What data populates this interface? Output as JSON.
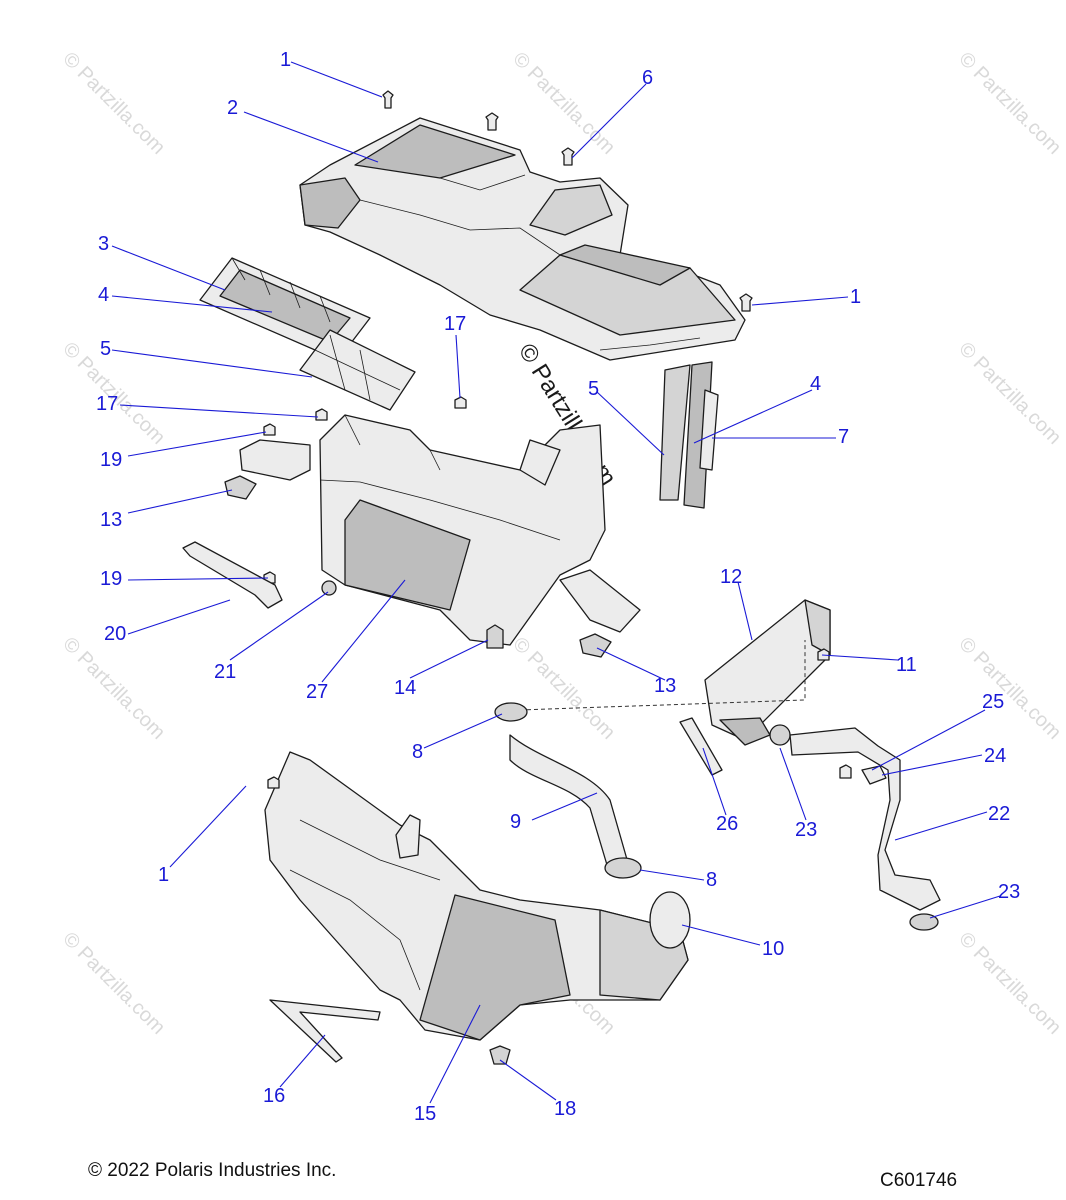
{
  "watermark": {
    "small": "© Partzilla.com",
    "center": "© Partzilla.com"
  },
  "callouts": [
    {
      "id": "c1a",
      "label": "1"
    },
    {
      "id": "c2",
      "label": "2"
    },
    {
      "id": "c6",
      "label": "6"
    },
    {
      "id": "c3",
      "label": "3"
    },
    {
      "id": "c4a",
      "label": "4"
    },
    {
      "id": "c5a",
      "label": "5"
    },
    {
      "id": "c1b",
      "label": "1"
    },
    {
      "id": "c17a",
      "label": "17"
    },
    {
      "id": "c17b",
      "label": "17"
    },
    {
      "id": "c19a",
      "label": "19"
    },
    {
      "id": "c13a",
      "label": "13"
    },
    {
      "id": "c5b",
      "label": "5"
    },
    {
      "id": "c4b",
      "label": "4"
    },
    {
      "id": "c7",
      "label": "7"
    },
    {
      "id": "c19b",
      "label": "19"
    },
    {
      "id": "c20",
      "label": "20"
    },
    {
      "id": "c21",
      "label": "21"
    },
    {
      "id": "c27",
      "label": "27"
    },
    {
      "id": "c14",
      "label": "14"
    },
    {
      "id": "c13b",
      "label": "13"
    },
    {
      "id": "c12",
      "label": "12"
    },
    {
      "id": "c11",
      "label": "11"
    },
    {
      "id": "c25",
      "label": "25"
    },
    {
      "id": "c8a",
      "label": "8"
    },
    {
      "id": "c24",
      "label": "24"
    },
    {
      "id": "c9",
      "label": "9"
    },
    {
      "id": "c26",
      "label": "26"
    },
    {
      "id": "c23a",
      "label": "23"
    },
    {
      "id": "c22",
      "label": "22"
    },
    {
      "id": "c1c",
      "label": "1"
    },
    {
      "id": "c8b",
      "label": "8"
    },
    {
      "id": "c23b",
      "label": "23"
    },
    {
      "id": "c10",
      "label": "10"
    },
    {
      "id": "c16",
      "label": "16"
    },
    {
      "id": "c15",
      "label": "15"
    },
    {
      "id": "c18",
      "label": "18"
    }
  ],
  "footer": {
    "copyright": "© 2022 Polaris Industries Inc.",
    "figure_id": "C601746"
  }
}
